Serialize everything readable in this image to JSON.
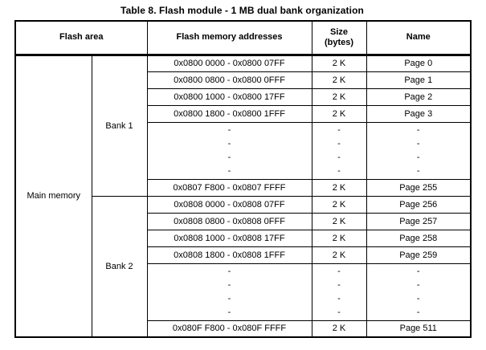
{
  "title": "Table 8. Flash module - 1 MB dual bank organization",
  "header": {
    "flash_area": "Flash area",
    "addresses": "Flash memory addresses",
    "size_line1": "Size",
    "size_line2": "(bytes)",
    "name": "Name"
  },
  "main_memory_label": "Main memory",
  "dash": "-",
  "banks": [
    {
      "label": "Bank 1",
      "pages": [
        {
          "address": "0x0800 0000 - 0x0800 07FF",
          "size": "2 K",
          "name": "Page 0"
        },
        {
          "address": "0x0800 0800 - 0x0800 0FFF",
          "size": "2 K",
          "name": "Page 1"
        },
        {
          "address": "0x0800 1000 - 0x0800 17FF",
          "size": "2 K",
          "name": "Page 2"
        },
        {
          "address": "0x0800 1800 - 0x0800 1FFF",
          "size": "2 K",
          "name": "Page 3"
        },
        {
          "address": "0x0807 F800 - 0x0807 FFFF",
          "size": "2 K",
          "name": "Page 255"
        }
      ]
    },
    {
      "label": "Bank 2",
      "pages": [
        {
          "address": "0x0808 0000 - 0x0808 07FF",
          "size": "2 K",
          "name": "Page 256"
        },
        {
          "address": "0x0808 0800 - 0x0808 0FFF",
          "size": "2 K",
          "name": "Page 257"
        },
        {
          "address": "0x0808 1000 - 0x0808 17FF",
          "size": "2 K",
          "name": "Page 258"
        },
        {
          "address": "0x0808 1800 - 0x0808 1FFF",
          "size": "2 K",
          "name": "Page 259"
        },
        {
          "address": "0x080F F800 - 0x080F FFFF",
          "size": "2 K",
          "name": "Page 511"
        }
      ]
    }
  ]
}
